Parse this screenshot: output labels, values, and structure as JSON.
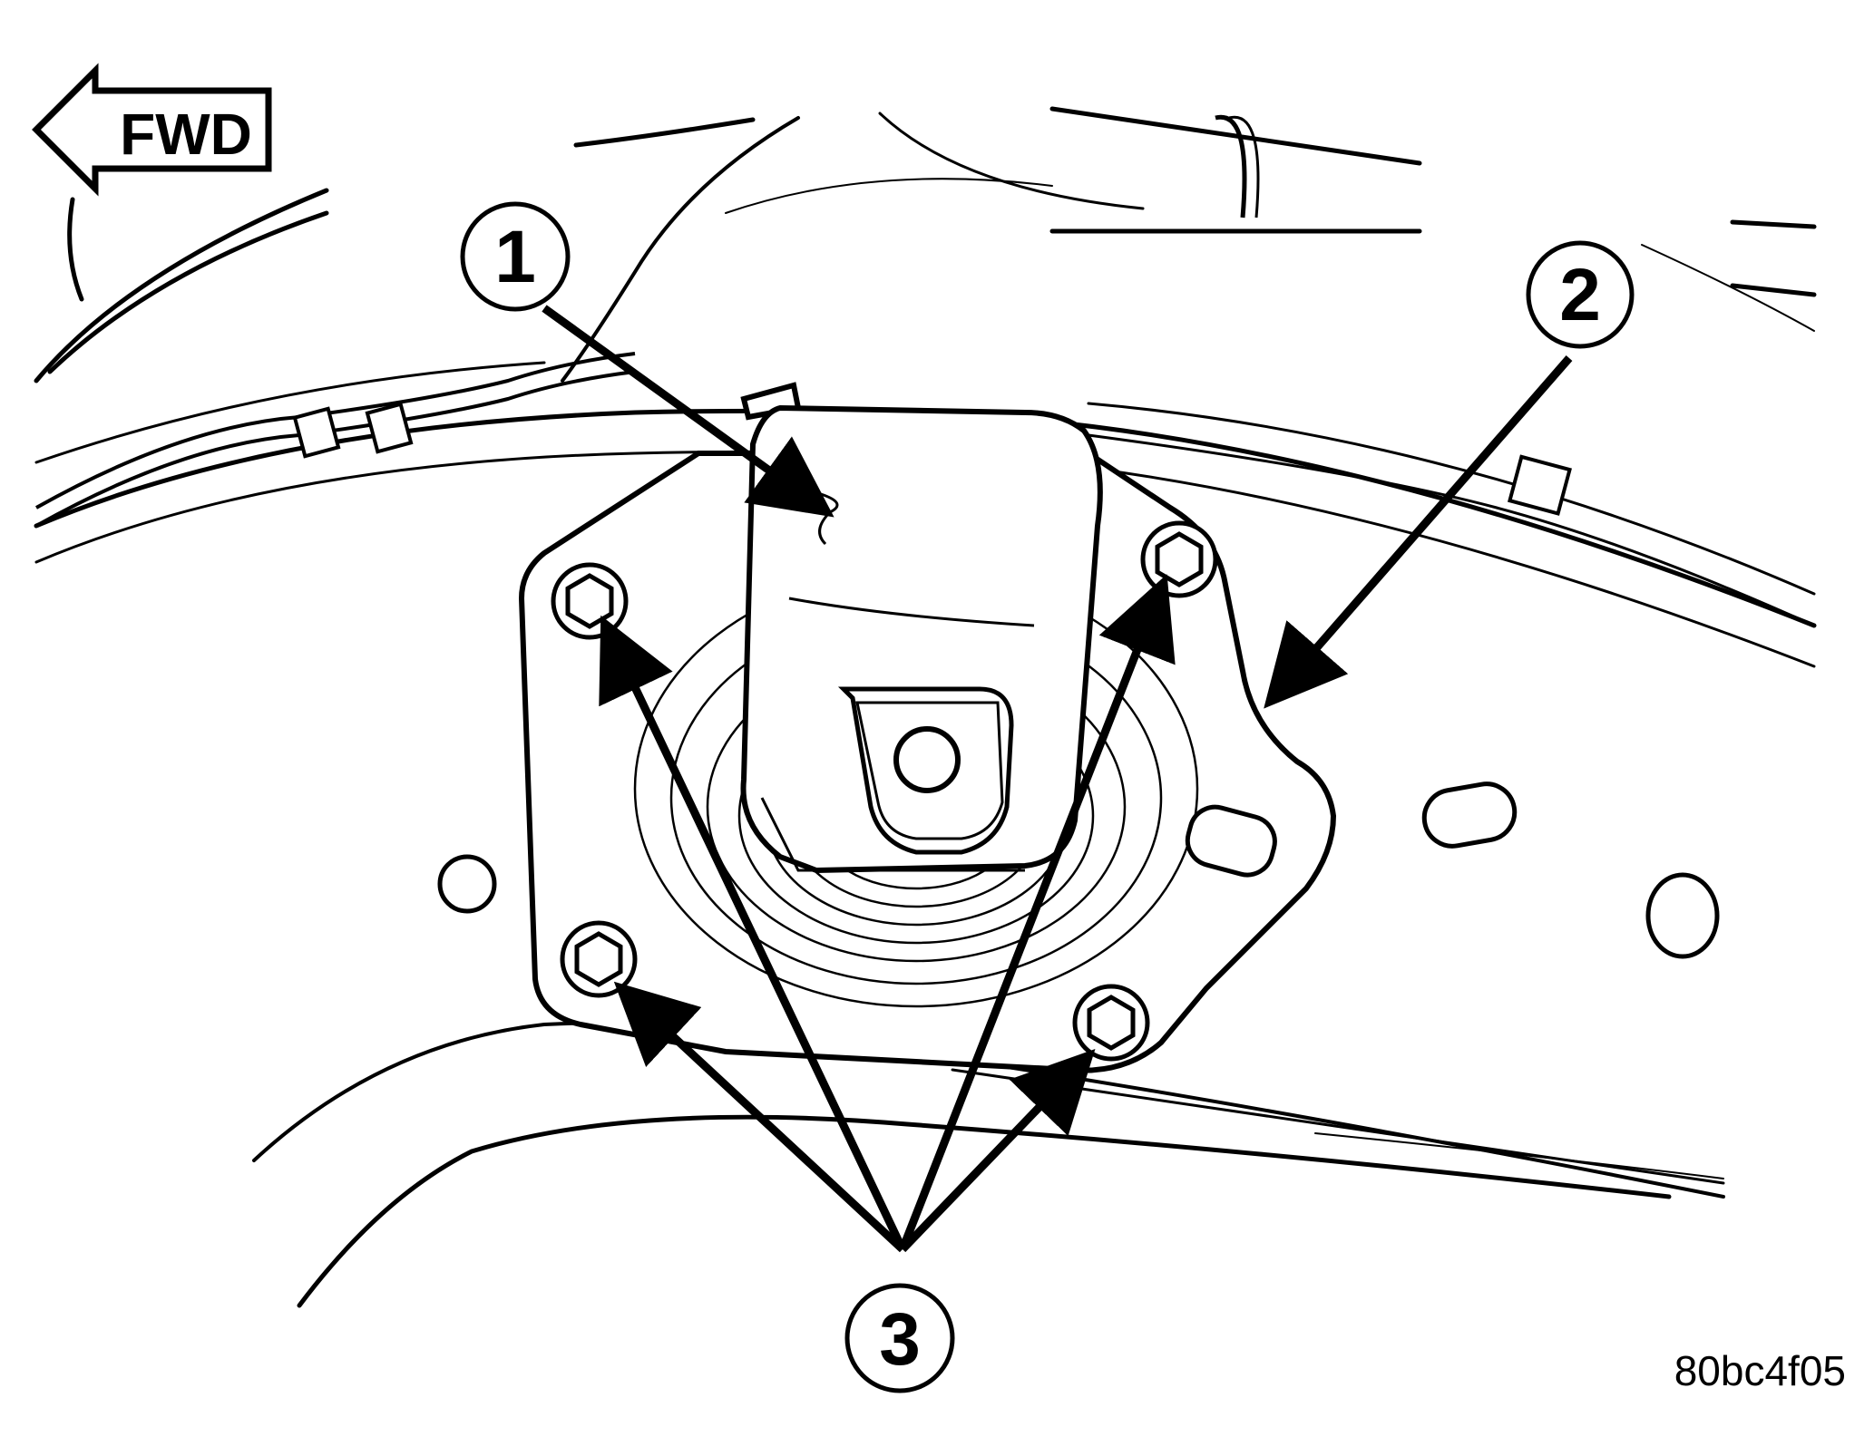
{
  "direction_indicator": {
    "label": "FWD",
    "icon": "arrow-left-icon"
  },
  "callouts": [
    {
      "number": "1"
    },
    {
      "number": "2"
    },
    {
      "number": "3"
    }
  ],
  "figure_id": "80bc4f05",
  "colors": {
    "ink": "#000000",
    "paper": "#ffffff"
  }
}
